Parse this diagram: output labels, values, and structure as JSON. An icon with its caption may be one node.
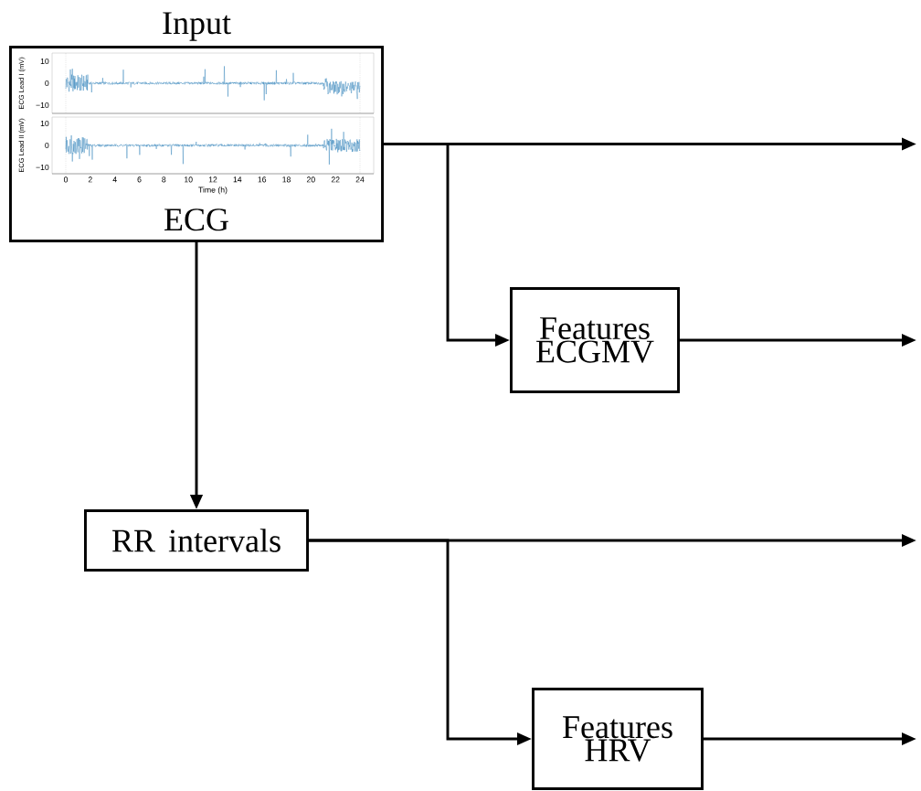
{
  "diagram": {
    "nodes": [
      {
        "text": [
          "Input",
          "ECG"
        ]
      },
      {
        "text": [
          "Features ECGMV"
        ]
      },
      {
        "text": [
          "RR intervals"
        ]
      },
      {
        "text": [
          "Features HRV"
        ]
      }
    ],
    "edges": [
      {
        "from": 0,
        "to": null,
        "arrow": "to"
      },
      {
        "from": 0,
        "to": 1,
        "arrow": "to"
      },
      {
        "from": 1,
        "to": null,
        "arrow": "to"
      },
      {
        "from": 0,
        "to": 2,
        "arrow": "to"
      },
      {
        "from": 2,
        "to": null,
        "arrow": "to"
      },
      {
        "from": 2,
        "to": 3,
        "arrow": "to"
      },
      {
        "from": 3,
        "to": null,
        "arrow": "to"
      }
    ],
    "labels": [
      "ECG Lead I (mV)",
      "10",
      "0",
      "−10",
      "ECG Lead II (mV)",
      "10",
      "0",
      "−10",
      "0",
      "2",
      "4",
      "6",
      "8",
      "10",
      "12",
      "14",
      "16",
      "18",
      "20",
      "22",
      "24",
      "Time (h)"
    ]
  }
}
